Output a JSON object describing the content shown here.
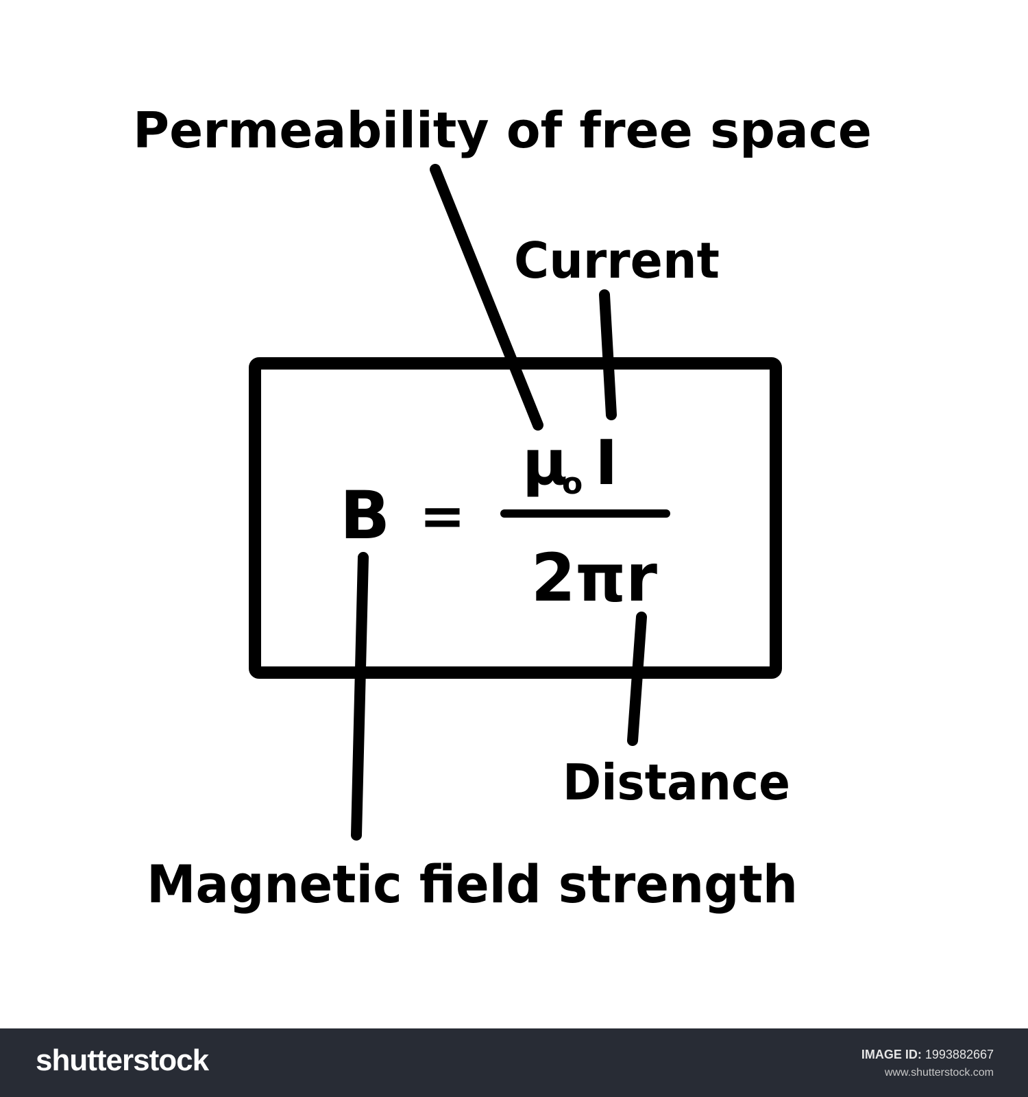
{
  "labels": {
    "permeability": "Permeability of free space",
    "current": "Current",
    "distance": "Distance",
    "field": "Magnetic field strength"
  },
  "formula": {
    "lhs": "B",
    "equals": "=",
    "mu": "μ",
    "mu_sub": "o",
    "current_symbol": "I",
    "denominator": "2πr"
  },
  "footer": {
    "logo": "shutterstock",
    "image_id_label": "IMAGE ID:",
    "image_id": "1993882667",
    "site": "www.shutterstock.com"
  },
  "colors": {
    "ink": "#000000",
    "footer_bg": "#282c35"
  }
}
